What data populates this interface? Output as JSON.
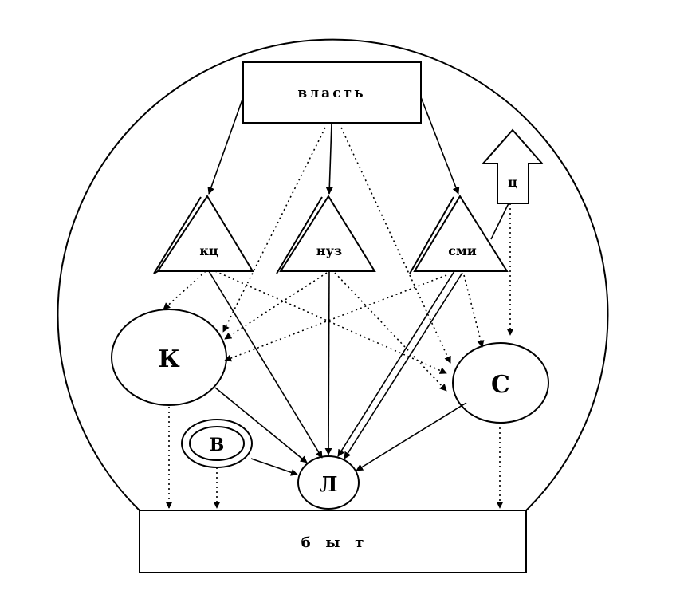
{
  "nodes": {
    "vlast": "власть",
    "kc": "кц",
    "nuz": "нуз",
    "smi": "сми",
    "c_arrow": "ц",
    "K": "К",
    "C": "С",
    "V": "В",
    "L": "Л",
    "byt": "б   ы   т"
  },
  "style": {
    "stroke_color": "#000000",
    "background": "#ffffff"
  }
}
